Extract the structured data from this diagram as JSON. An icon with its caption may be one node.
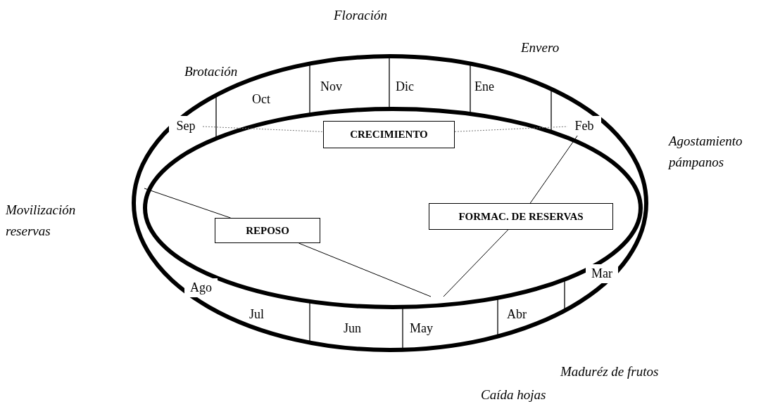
{
  "diagram": {
    "nodes": [
      {
        "text": [
          "Sep"
        ]
      },
      {
        "text": [
          "Feb"
        ]
      },
      {
        "text": [
          "CRECIMIENTO"
        ]
      },
      {
        "text": [
          "REPOSO"
        ]
      },
      {
        "text": [
          "FORMAC. DE RESERVAS"
        ]
      },
      {
        "text": [
          "Ago"
        ]
      },
      {
        "text": [
          "Mar"
        ]
      }
    ],
    "edges": [
      {
        "from": 0,
        "to": 2,
        "arrow": "none",
        "style": "dashed",
        "color": "#777777"
      },
      {
        "from": 2,
        "to": 1,
        "arrow": "none",
        "style": "dashed",
        "color": "#777777"
      },
      {
        "from": null,
        "to": 3,
        "arrow": "none"
      },
      {
        "from": 3,
        "to": null,
        "arrow": "none"
      },
      {
        "from": 1,
        "to": 4,
        "arrow": "none"
      },
      {
        "from": 4,
        "to": null,
        "arrow": "none"
      }
    ],
    "labels": [
      "Floración",
      "Brotación",
      "Envero",
      "Oct",
      "Nov",
      "Dic",
      "Ene",
      "Agostamiento pámpanos",
      "Movilización reservas",
      "Jul",
      "Jun",
      "May",
      "Abr",
      "Maduréz de frutos",
      "Caída hojas"
    ]
  }
}
